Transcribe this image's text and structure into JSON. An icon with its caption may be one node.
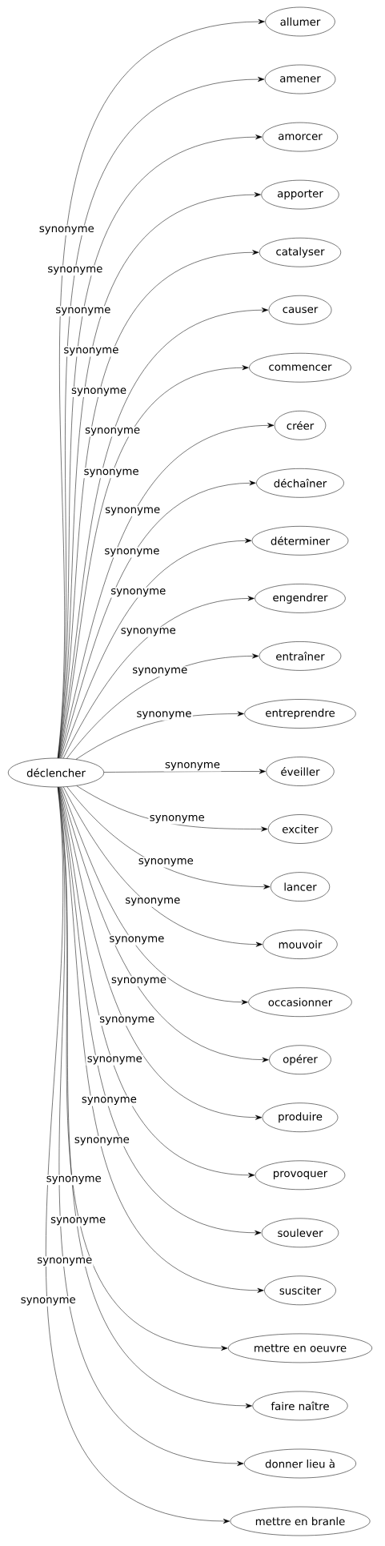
{
  "diagram": {
    "nodes": [
      {
        "text": [
          "déclencher"
        ]
      },
      {
        "text": [
          "allumer"
        ]
      },
      {
        "text": [
          "amener"
        ]
      },
      {
        "text": [
          "amorcer"
        ]
      },
      {
        "text": [
          "apporter"
        ]
      },
      {
        "text": [
          "catalyser"
        ]
      },
      {
        "text": [
          "causer"
        ]
      },
      {
        "text": [
          "commencer"
        ]
      },
      {
        "text": [
          "créer"
        ]
      },
      {
        "text": [
          "déchaîner"
        ]
      },
      {
        "text": [
          "déterminer"
        ]
      },
      {
        "text": [
          "engendrer"
        ]
      },
      {
        "text": [
          "entraîner"
        ]
      },
      {
        "text": [
          "entreprendre"
        ]
      },
      {
        "text": [
          "éveiller"
        ]
      },
      {
        "text": [
          "exciter"
        ]
      },
      {
        "text": [
          "lancer"
        ]
      },
      {
        "text": [
          "mouvoir"
        ]
      },
      {
        "text": [
          "occasionner"
        ]
      },
      {
        "text": [
          "opérer"
        ]
      },
      {
        "text": [
          "produire"
        ]
      },
      {
        "text": [
          "provoquer"
        ]
      },
      {
        "text": [
          "soulever"
        ]
      },
      {
        "text": [
          "susciter"
        ]
      },
      {
        "text": [
          "mettre en oeuvre"
        ]
      },
      {
        "text": [
          "faire naître"
        ]
      },
      {
        "text": [
          "donner lieu à"
        ]
      },
      {
        "text": [
          "mettre en branle"
        ]
      }
    ],
    "edges": [
      {
        "from": 0,
        "to": 1,
        "arrow": "to",
        "label": "synonyme"
      },
      {
        "from": 0,
        "to": 2,
        "arrow": "to",
        "label": "synonyme"
      },
      {
        "from": 0,
        "to": 3,
        "arrow": "to",
        "label": "synonyme"
      },
      {
        "from": 0,
        "to": 4,
        "arrow": "to",
        "label": "synonyme"
      },
      {
        "from": 0,
        "to": 5,
        "arrow": "to",
        "label": "synonyme"
      },
      {
        "from": 0,
        "to": 6,
        "arrow": "to",
        "label": "synonyme"
      },
      {
        "from": 0,
        "to": 7,
        "arrow": "to",
        "label": "synonyme"
      },
      {
        "from": 0,
        "to": 8,
        "arrow": "to",
        "label": "synonyme"
      },
      {
        "from": 0,
        "to": 9,
        "arrow": "to",
        "label": "synonyme"
      },
      {
        "from": 0,
        "to": 10,
        "arrow": "to",
        "label": "synonyme"
      },
      {
        "from": 0,
        "to": 11,
        "arrow": "to",
        "label": "synonyme"
      },
      {
        "from": 0,
        "to": 12,
        "arrow": "to",
        "label": "synonyme"
      },
      {
        "from": 0,
        "to": 13,
        "arrow": "to",
        "label": "synonyme"
      },
      {
        "from": 0,
        "to": 14,
        "arrow": "to",
        "label": "synonyme"
      },
      {
        "from": 0,
        "to": 15,
        "arrow": "to",
        "label": "synonyme"
      },
      {
        "from": 0,
        "to": 16,
        "arrow": "to",
        "label": "synonyme"
      },
      {
        "from": 0,
        "to": 17,
        "arrow": "to",
        "label": "synonyme"
      },
      {
        "from": 0,
        "to": 18,
        "arrow": "to",
        "label": "synonyme"
      },
      {
        "from": 0,
        "to": 19,
        "arrow": "to",
        "label": "synonyme"
      },
      {
        "from": 0,
        "to": 20,
        "arrow": "to",
        "label": "synonyme"
      },
      {
        "from": 0,
        "to": 21,
        "arrow": "to",
        "label": "synonyme"
      },
      {
        "from": 0,
        "to": 22,
        "arrow": "to",
        "label": "synonyme"
      },
      {
        "from": 0,
        "to": 23,
        "arrow": "to",
        "label": "synonyme"
      },
      {
        "from": 0,
        "to": 24,
        "arrow": "to",
        "label": "synonyme"
      },
      {
        "from": 0,
        "to": 25,
        "arrow": "to",
        "label": "synonyme"
      },
      {
        "from": 0,
        "to": 26,
        "arrow": "to",
        "label": "synonyme"
      },
      {
        "from": 0,
        "to": 27,
        "arrow": "to",
        "label": "synonyme"
      }
    ]
  }
}
